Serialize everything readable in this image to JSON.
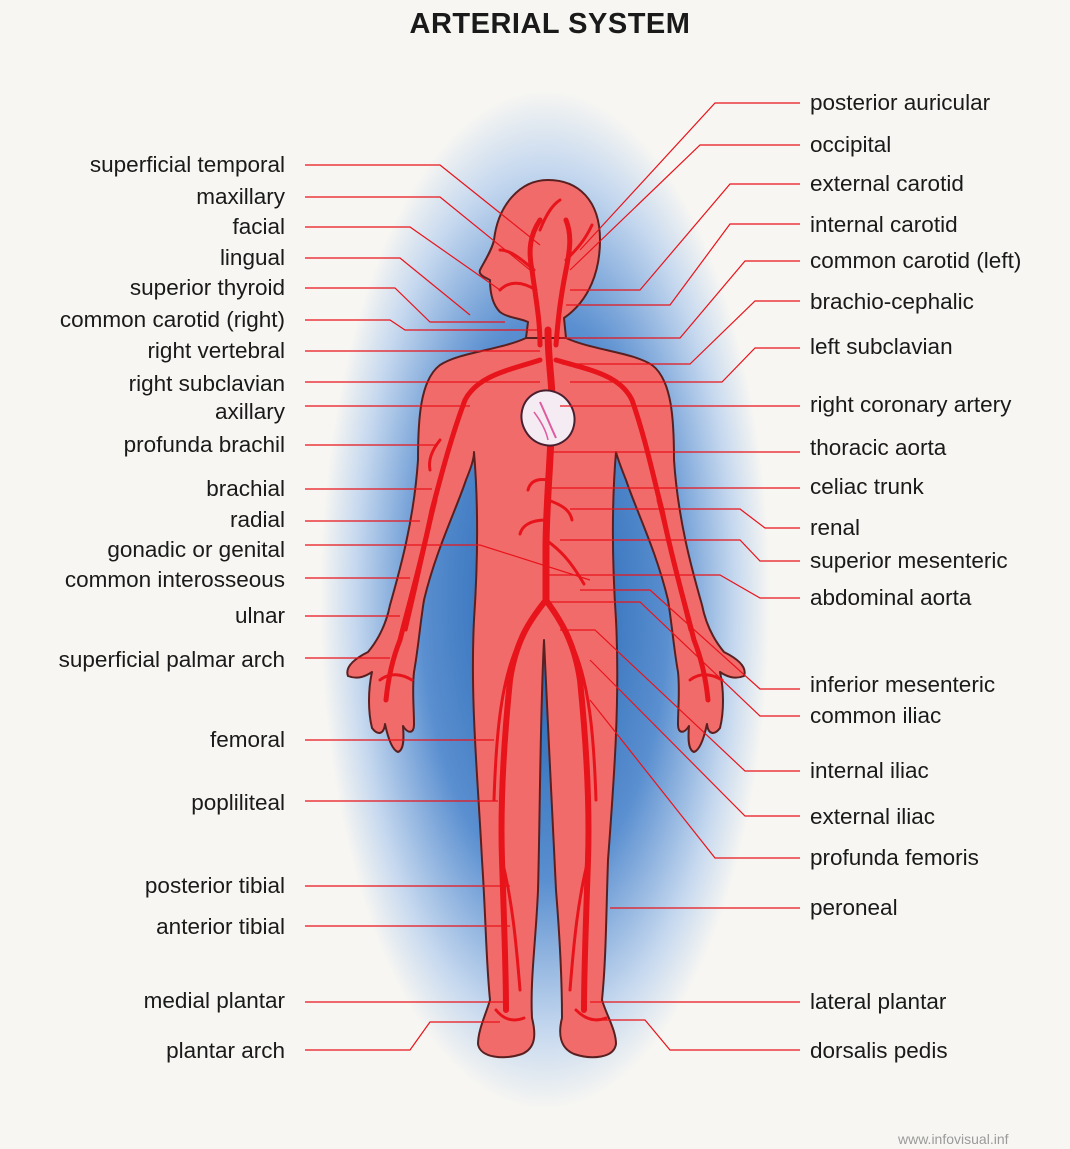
{
  "title": "ARTERIAL SYSTEM",
  "watermark": "www.infovisual.inf",
  "colors": {
    "body_fill": "#f26b6b",
    "body_outline": "#5a2020",
    "artery": "#e8141b",
    "leader_line": "#e8141b",
    "halo_center": "#1d5fae",
    "background": "#f7f6f2",
    "heart_fill": "#f4ecf2"
  },
  "labels_left": [
    "superficial temporal",
    "maxillary",
    "facial",
    "lingual",
    "superior thyroid",
    "common carotid (right)",
    "right vertebral",
    "right subclavian",
    "axillary",
    "profunda brachil",
    "brachial",
    "radial",
    "gonadic or genital",
    "common interosseous",
    "ulnar",
    "superficial palmar arch",
    "femoral",
    "popliliteal",
    "posterior tibial",
    "anterior tibial",
    "medial plantar",
    "plantar arch"
  ],
  "labels_right": [
    "posterior auricular",
    "occipital",
    "external carotid",
    "internal carotid",
    "common carotid (left)",
    "brachio-cephalic",
    "left subclavian",
    "right coronary artery",
    "thoracic aorta",
    "celiac trunk",
    "renal",
    "superior mesenteric",
    "abdominal aorta",
    "inferior mesenteric",
    "common iliac",
    "internal iliac",
    "external iliac",
    "profunda femoris",
    "peroneal",
    "lateral plantar",
    "dorsalis pedis"
  ]
}
